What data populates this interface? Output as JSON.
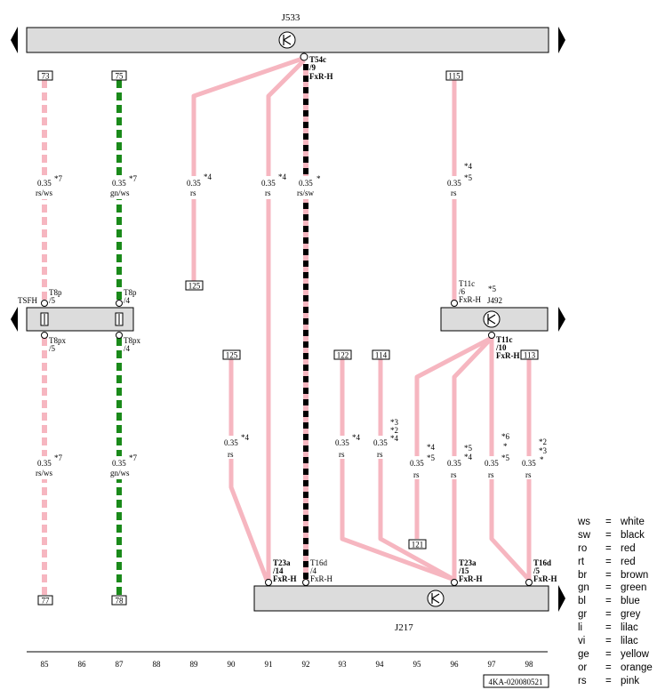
{
  "components": {
    "j533": {
      "label": "J533"
    },
    "j217": {
      "label": "J217"
    },
    "j492": {
      "label": "J492"
    },
    "tsfh": {
      "label": "TSFH"
    }
  },
  "colors": {
    "rs": "#f6b6c0",
    "ws": "#ffffff",
    "gn": "#1a8a1a",
    "sw": "#000000",
    "box_fill": "#dcdcdc"
  },
  "wires": [
    {
      "id": "w85a",
      "size": "0.35",
      "color": "rs/ws",
      "note": "*7"
    },
    {
      "id": "w87a",
      "size": "0.35",
      "color": "gn/ws",
      "note": "*7"
    },
    {
      "id": "w89",
      "size": "0.35",
      "color": "rs",
      "note": "*4"
    },
    {
      "id": "w91",
      "size": "0.35",
      "color": "rs",
      "note": "*4"
    },
    {
      "id": "w92",
      "size": "0.35",
      "color": "rs/sw",
      "note": "*"
    },
    {
      "id": "w96top",
      "size": "0.35",
      "color": "rs",
      "note1": "*4",
      "note2": "*5"
    },
    {
      "id": "w85b",
      "size": "0.35",
      "color": "rs/ws",
      "note": "*7"
    },
    {
      "id": "w87b",
      "size": "0.35",
      "color": "gn/ws",
      "note": "*7"
    },
    {
      "id": "w90",
      "size": "0.35",
      "color": "rs",
      "note": "*4"
    },
    {
      "id": "w93",
      "size": "0.35",
      "color": "rs",
      "note": "*4"
    },
    {
      "id": "w94",
      "size": "0.35",
      "color": "rs",
      "note1": "*3",
      "note2": "*2",
      "note3": "*4"
    },
    {
      "id": "w95",
      "size": "0.35",
      "color": "rs",
      "note1": "*4",
      "note2": "*5"
    },
    {
      "id": "w96",
      "size": "0.35",
      "color": "rs",
      "note1": "*5",
      "note2": "*4"
    },
    {
      "id": "w97",
      "size": "0.35",
      "color": "rs",
      "note1": "*6",
      "note2": "*",
      "note3": "*5"
    },
    {
      "id": "w98",
      "size": "0.35",
      "color": "rs",
      "note1": "*2",
      "note2": "*3",
      "note3": "*"
    }
  ],
  "connectors": {
    "t54c": {
      "name": "T54c",
      "pin": "/9",
      "ref": "FxR-H"
    },
    "t8p_85": {
      "name": "T8p",
      "pin": "/5"
    },
    "t8p_87": {
      "name": "T8p",
      "pin": "/4"
    },
    "t8px_85": {
      "name": "T8px",
      "pin": "/5"
    },
    "t8px_87": {
      "name": "T8px",
      "pin": "/4"
    },
    "t11c_6": {
      "name": "T11c",
      "pin": "/6",
      "ref": "FxR-H",
      "note": "*5"
    },
    "t11c_10": {
      "name": "T11c",
      "pin": "/10",
      "ref": "FxR-H"
    },
    "t23a_14": {
      "name": "T23a",
      "pin": "/14",
      "ref": "FxR-H"
    },
    "t16d_4": {
      "name": "T16d",
      "pin": "/4",
      "ref": "FxR-H"
    },
    "t23a_15": {
      "name": "T23a",
      "pin": "/15",
      "ref": "FxR-H"
    },
    "t16d_5": {
      "name": "T16d",
      "pin": "/5",
      "ref": "FxR-H"
    }
  },
  "refs": {
    "r73": "73",
    "r75": "75",
    "r115": "115",
    "r125a": "125",
    "r125b": "125",
    "r122": "122",
    "r114": "114",
    "r113": "113",
    "r121": "121",
    "r77": "77",
    "r78": "78"
  },
  "tracks": [
    "85",
    "86",
    "87",
    "88",
    "89",
    "90",
    "91",
    "92",
    "93",
    "94",
    "95",
    "96",
    "97",
    "98"
  ],
  "figure_id": "4KA-020080521",
  "legend": [
    {
      "code": "ws",
      "eq": "=",
      "name": "white"
    },
    {
      "code": "sw",
      "eq": "=",
      "name": "black"
    },
    {
      "code": "ro",
      "eq": "=",
      "name": "red"
    },
    {
      "code": "rt",
      "eq": "=",
      "name": "red"
    },
    {
      "code": "br",
      "eq": "=",
      "name": "brown"
    },
    {
      "code": "gn",
      "eq": "=",
      "name": "green"
    },
    {
      "code": "bl",
      "eq": "=",
      "name": "blue"
    },
    {
      "code": "gr",
      "eq": "=",
      "name": "grey"
    },
    {
      "code": "li",
      "eq": "=",
      "name": "lilac"
    },
    {
      "code": "vi",
      "eq": "=",
      "name": "lilac"
    },
    {
      "code": "ge",
      "eq": "=",
      "name": "yellow"
    },
    {
      "code": "or",
      "eq": "=",
      "name": "orange"
    },
    {
      "code": "rs",
      "eq": "=",
      "name": "pink"
    }
  ]
}
